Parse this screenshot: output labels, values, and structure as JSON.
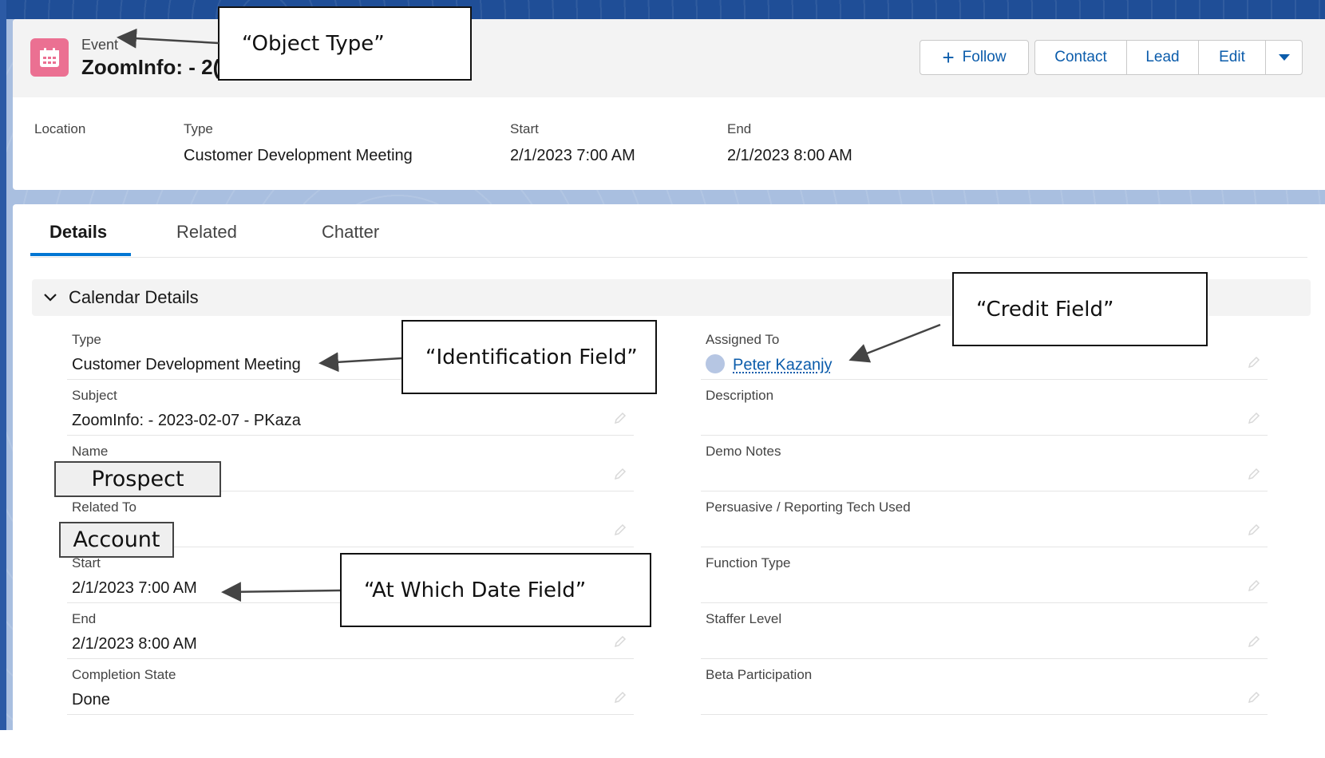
{
  "header": {
    "object_label": "Event",
    "record_title": "ZoomInfo: - 2(",
    "buttons": {
      "follow": "Follow",
      "contact": "Contact",
      "lead": "Lead",
      "edit": "Edit"
    },
    "highlights": [
      {
        "label": "Location",
        "value": ""
      },
      {
        "label": "Type",
        "value": "Customer Development Meeting"
      },
      {
        "label": "Start",
        "value": "2/1/2023 7:00 AM"
      },
      {
        "label": "End",
        "value": "2/1/2023 8:00 AM"
      }
    ]
  },
  "tabs": [
    {
      "label": "Details",
      "active": true
    },
    {
      "label": "Related",
      "active": false
    },
    {
      "label": "Chatter",
      "active": false
    }
  ],
  "section": {
    "title": "Calendar Details"
  },
  "fields_left": [
    {
      "label": "Type",
      "value": "Customer Development Meeting"
    },
    {
      "label": "Subject",
      "value": "ZoomInfo: - 2023-02-07 - PKaza"
    },
    {
      "label": "Name",
      "value": ""
    },
    {
      "label": "Related To",
      "value": ""
    },
    {
      "label": "Start",
      "value": "2/1/2023 7:00 AM"
    },
    {
      "label": "End",
      "value": "2/1/2023 8:00 AM"
    },
    {
      "label": "Completion State",
      "value": "Done"
    }
  ],
  "fields_right": [
    {
      "label": "Assigned To",
      "value": "Peter Kazanjy"
    },
    {
      "label": "Description",
      "value": ""
    },
    {
      "label": "Demo Notes",
      "value": ""
    },
    {
      "label": "Persuasive / Reporting Tech Used",
      "value": ""
    },
    {
      "label": "Function Type",
      "value": ""
    },
    {
      "label": "Staffer Level",
      "value": ""
    },
    {
      "label": "Beta Participation",
      "value": ""
    }
  ],
  "annotations": {
    "object_type": "“Object Type”",
    "credit_field": "“Credit Field”",
    "identification_field": "“Identification Field”",
    "date_field": "“At Which Date Field”",
    "prospect": "Prospect",
    "account": "Account"
  },
  "colors": {
    "brand_blue": "#0176d3",
    "link_blue": "#0b5cab",
    "event_icon": "#eb7092"
  }
}
